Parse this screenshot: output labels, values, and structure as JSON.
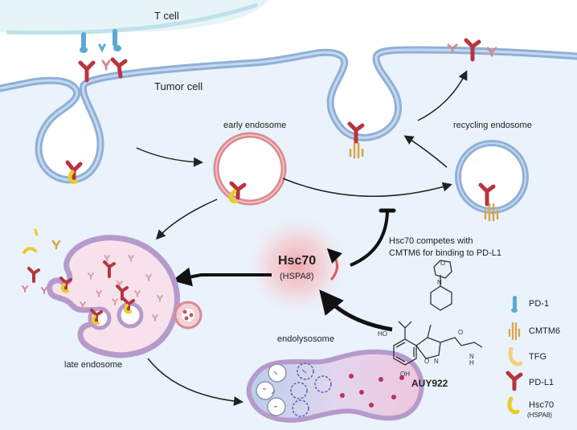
{
  "labels": {
    "t_cell": "T cell",
    "tumor_cell": "Tumor cell",
    "early_endosome": "early endosome",
    "recycling_endosome": "recycling endosome",
    "late_endosome": "late endosome",
    "endolysosome": "endolysosome",
    "hsc70_title": "Hsc70",
    "hsc70_sub": "(HSPA8)",
    "competes_line1": "Hsc70 competes with",
    "competes_line2": "CMTM6 for binding to PD-L1",
    "drug_name": "AUY922"
  },
  "legend": [
    {
      "label": "PD-1",
      "icon": "pd1-icon"
    },
    {
      "label": "CMTM6",
      "icon": "cmtm6-icon"
    },
    {
      "label": "TFG",
      "icon": "tfg-icon"
    },
    {
      "label": "PD-L1",
      "icon": "pdl1-icon"
    },
    {
      "label": "Hsc70",
      "sub": "(HSPA8)",
      "icon": "hsc70-icon"
    }
  ],
  "colors": {
    "membrane": "#8fb0d8",
    "cytoplasm": "#eaf2fb",
    "pd1": "#5aaad2",
    "pdl1": "#b8343e",
    "hsc70": "#e8cc2a",
    "cmtm6": "#d9a642",
    "late_endosome": "#f7e2ec",
    "arrow": "#222222"
  }
}
